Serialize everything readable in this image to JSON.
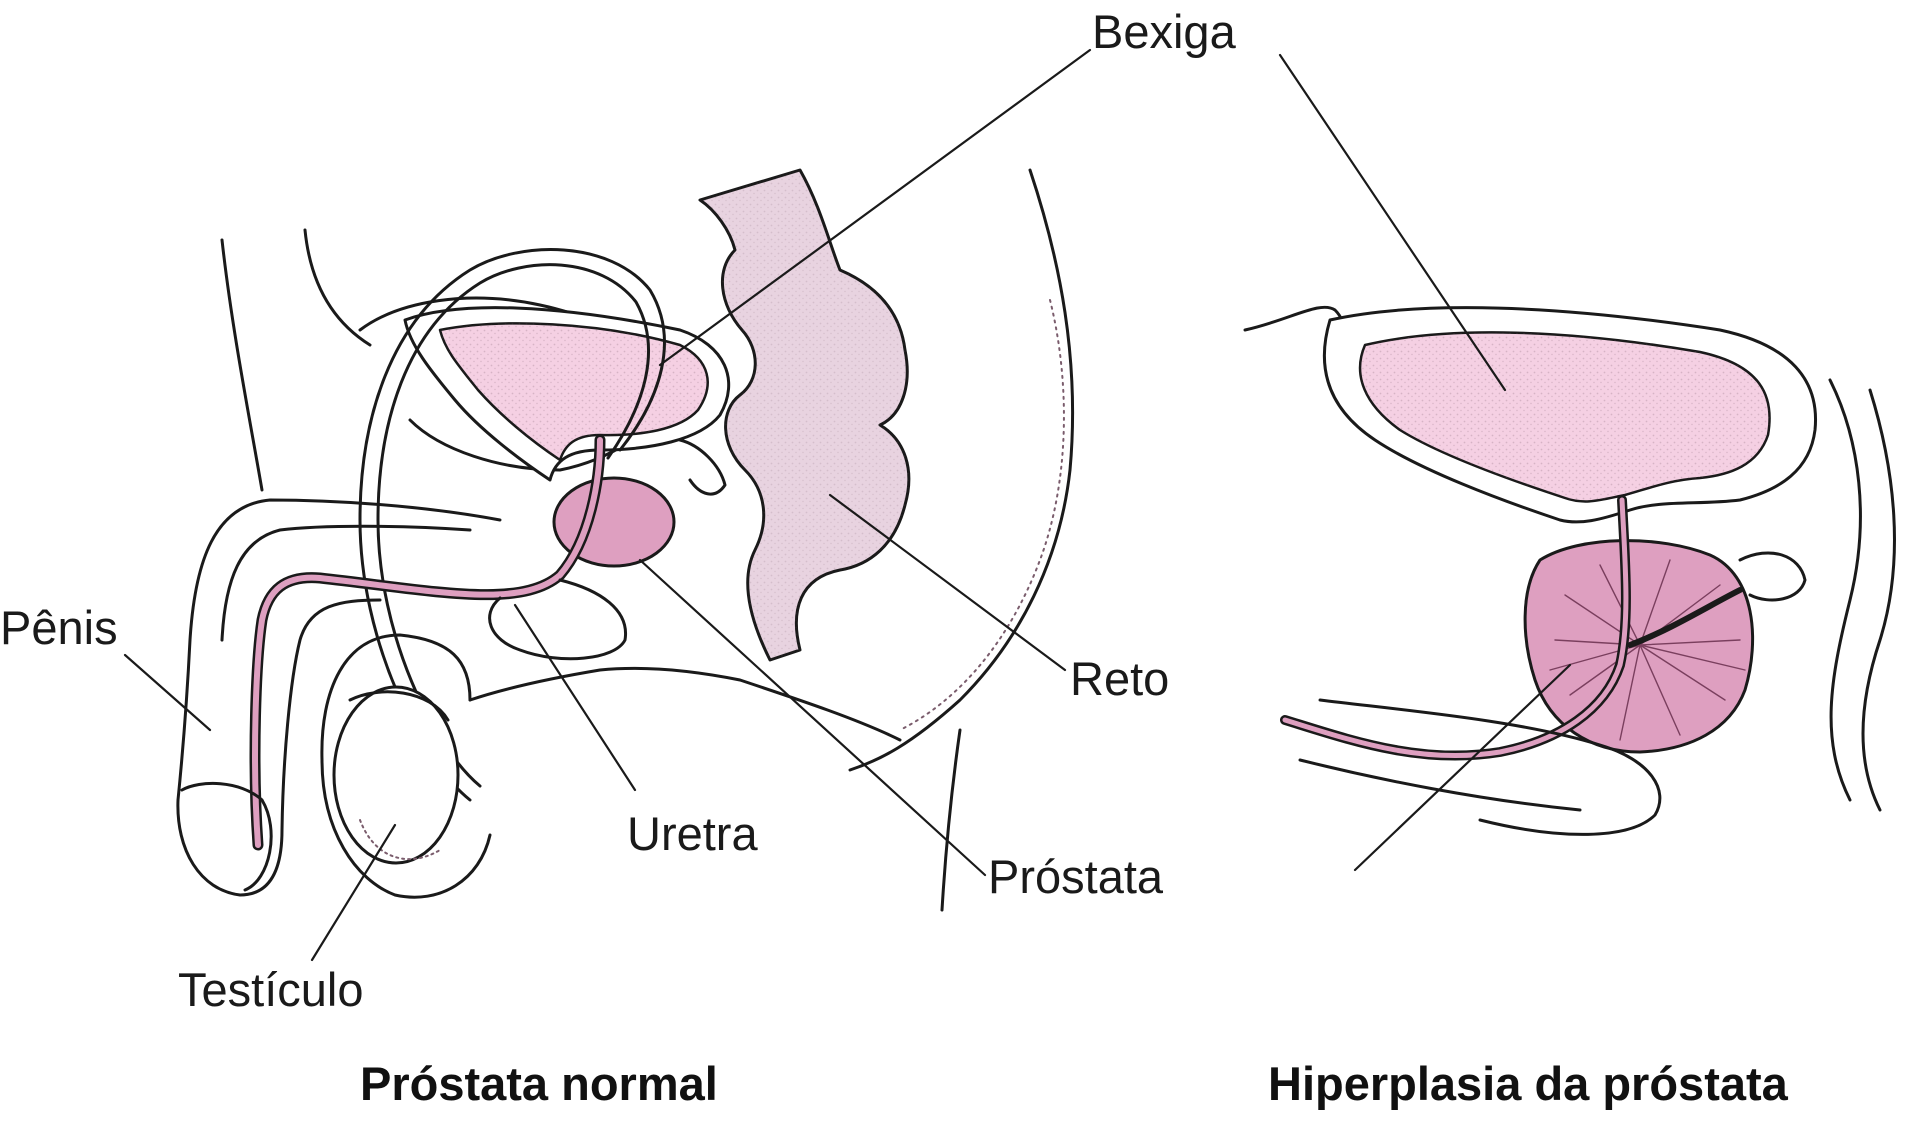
{
  "colors": {
    "line": "#1a1a1a",
    "bladder": "#f5d0e3",
    "prostate": "#de9fc0",
    "rectum": "#e8d3e0",
    "stipple": "#8a6a7a",
    "background": "#ffffff"
  },
  "labels": {
    "bexiga": "Bexiga",
    "penis": "Pênis",
    "reto": "Reto",
    "uretra": "Uretra",
    "prostata": "Próstata",
    "testiculo": "Testículo"
  },
  "captions": {
    "normal": "Próstata normal",
    "hyperplasia": "Hiperplasia da próstata"
  }
}
